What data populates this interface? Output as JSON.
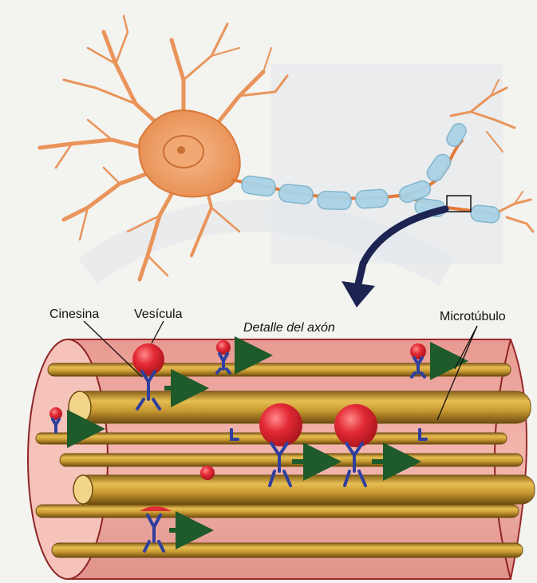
{
  "labels": {
    "cinesina": "Cinesina",
    "vesicula": "Vesícula",
    "detalle": "Detalle del axón",
    "microtubulo": "Microtúbulo"
  },
  "colors": {
    "neuron": "#eea06a",
    "myelin": "#a9d3e6",
    "axon_tube": "#eeaaa3",
    "microtubule": "#d2a43a",
    "vesicle": "#e12b35",
    "kinesin": "#2e3f9e",
    "arrow": "#1e5a2a"
  },
  "icons": [
    "neuron-icon",
    "curved-arrow-icon",
    "direction-arrow-icon"
  ]
}
